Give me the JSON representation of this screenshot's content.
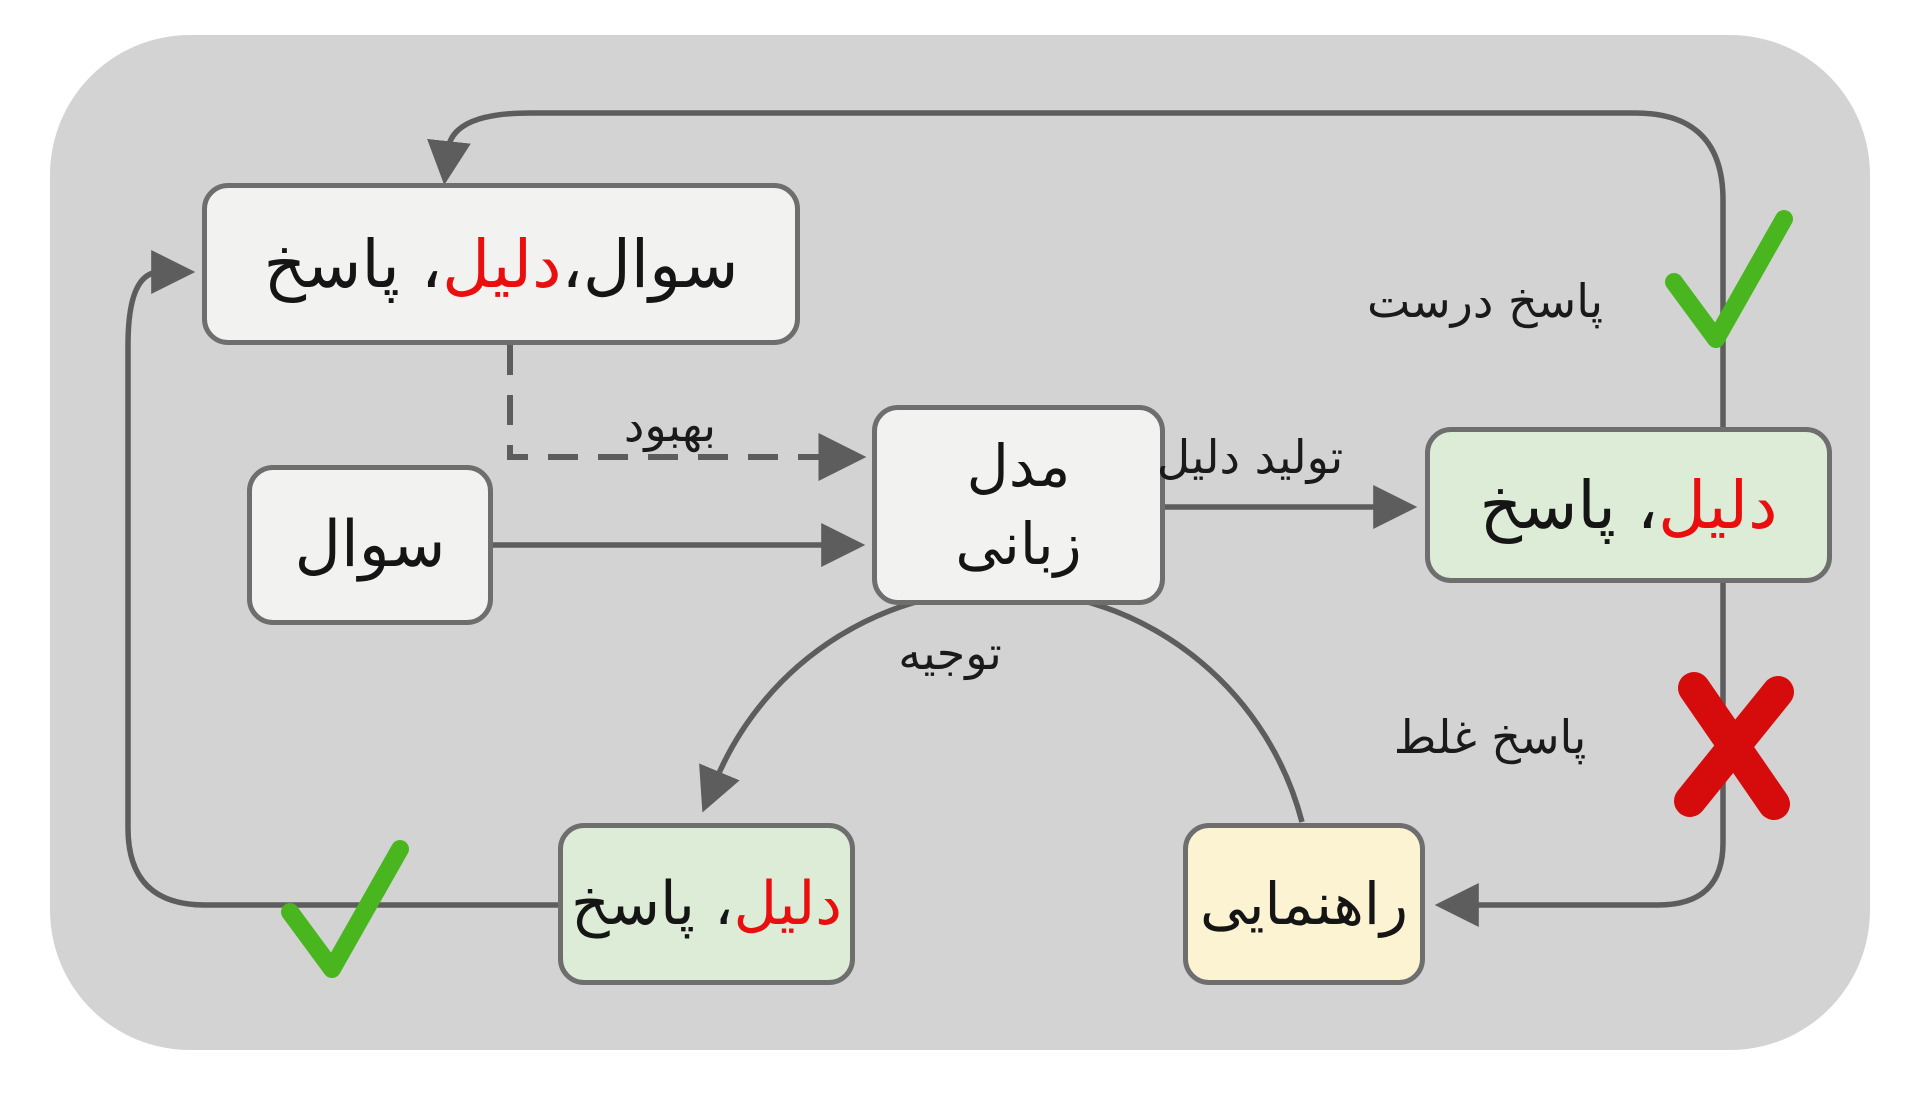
{
  "diagram": {
    "background_color": "#d3d3d3",
    "line_color": "#5d5d5d",
    "border_color": "#6e6e6e",
    "red_text_color": "#e90f0f",
    "check_color": "#49b61f",
    "cross_color": "#d60c0c",
    "light_box_fill": "#f2f2f1",
    "green_box_fill": "#ddecd6",
    "yellow_box_fill": "#fcf3d3"
  },
  "nodes": {
    "qra_top": {
      "parts": [
        {
          "text": "سوال، ",
          "color": "#151515"
        },
        {
          "text": "دلیل",
          "color": "#e90f0f"
        },
        {
          "text": "، پاسخ",
          "color": "#151515"
        }
      ]
    },
    "question": {
      "label": "سوال"
    },
    "model": {
      "line1": "مدل",
      "line2": "زبانی"
    },
    "ra_right": {
      "parts": [
        {
          "text": "دلیل",
          "color": "#e90f0f"
        },
        {
          "text": "، پاسخ",
          "color": "#151515"
        }
      ]
    },
    "hint": {
      "label": "راهنمایی"
    },
    "ra_bottom": {
      "parts": [
        {
          "text": "دلیل",
          "color": "#e90f0f"
        },
        {
          "text": "، پاسخ",
          "color": "#151515"
        }
      ]
    }
  },
  "edge_labels": {
    "improve": "بهبود",
    "rationale_generation": "تولید دلیل",
    "rationalization": "توجیه",
    "correct_answer": "پاسخ درست",
    "wrong_answer": "پاسخ غلط"
  },
  "icons": {
    "correct_top": "green-checkmark",
    "correct_bottom": "green-checkmark",
    "wrong": "red-x-mark"
  }
}
